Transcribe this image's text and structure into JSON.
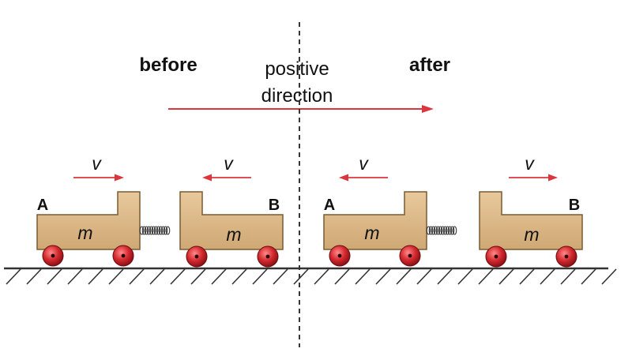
{
  "headings": {
    "before": "before",
    "after": "after",
    "direction_line1": "positive",
    "direction_line2": "direction"
  },
  "velocity_symbol": "v",
  "mass_symbol": "m",
  "cart_labels": {
    "a": "A",
    "b": "B"
  },
  "colors": {
    "cart_fill": "#dcb98a",
    "cart_stroke": "#7a5a32",
    "arrow": "#d9363e",
    "wheel": "#c81e24",
    "ground": "#333333",
    "text": "#111111"
  },
  "icons": [
    "spring-icon",
    "wheel-icon",
    "arrow-right-icon",
    "arrow-left-icon"
  ]
}
